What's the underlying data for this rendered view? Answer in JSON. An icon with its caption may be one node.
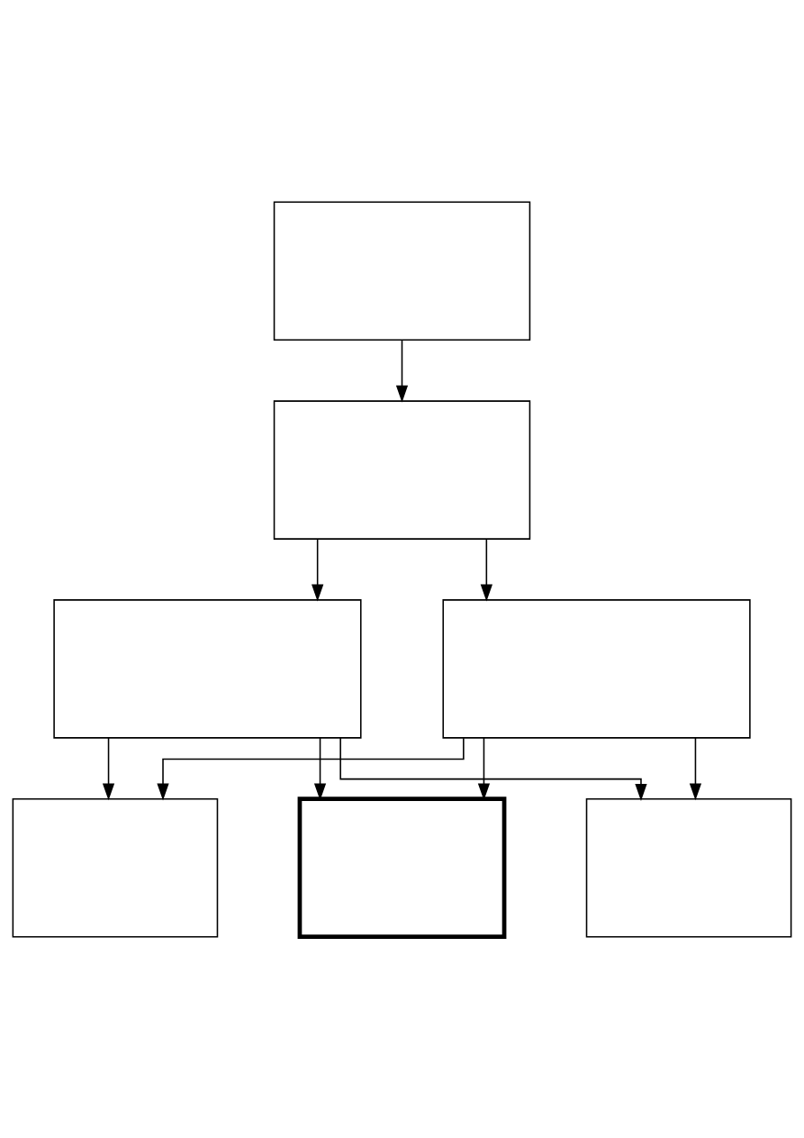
{
  "diagram": {
    "nodes": [
      {
        "text": [],
        "shape": "box"
      },
      {
        "text": [],
        "shape": "box"
      },
      {
        "text": [],
        "shape": "box"
      },
      {
        "text": [],
        "shape": "box"
      },
      {
        "text": [],
        "shape": "box"
      },
      {
        "text": [],
        "shape": "box"
      },
      {
        "text": [],
        "shape": "box"
      }
    ],
    "edges": [
      {
        "from": 0,
        "to": 1,
        "arrow": "to"
      },
      {
        "from": 1,
        "to": 2,
        "arrow": "to"
      },
      {
        "from": 1,
        "to": 3,
        "arrow": "to"
      },
      {
        "from": 2,
        "to": 4,
        "arrow": "to"
      },
      {
        "from": 2,
        "to": 5,
        "arrow": "to"
      },
      {
        "from": 2,
        "to": 6,
        "arrow": "to"
      },
      {
        "from": 3,
        "to": 4,
        "arrow": "to"
      },
      {
        "from": 3,
        "to": 5,
        "arrow": "to"
      },
      {
        "from": 3,
        "to": 6,
        "arrow": "to"
      }
    ]
  }
}
